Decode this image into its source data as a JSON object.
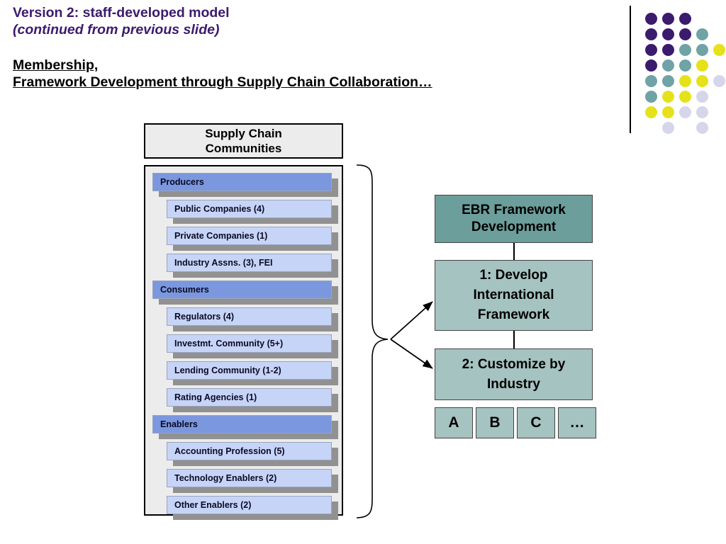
{
  "slide": {
    "title_line1": "Version 2: staff-developed model",
    "title_line2": "(continued from previous slide)",
    "subtitle_line1": "Membership,",
    "subtitle_line2": "Framework Development through Supply Chain Collaboration…",
    "title_color": "#3C1A6E",
    "subtitle_color": "#000000"
  },
  "decor": {
    "name": "dot-grid",
    "colors": {
      "purple": "#3B1B6E",
      "teal": "#6FA3A6",
      "yellow": "#E5E21C",
      "lavender": "#D6D6EA"
    },
    "dots": [
      {
        "col": 0,
        "row": 0,
        "color": "#3B1B6E"
      },
      {
        "col": 1,
        "row": 0,
        "color": "#3B1B6E"
      },
      {
        "col": 2,
        "row": 0,
        "color": "#3B1B6E"
      },
      {
        "col": 0,
        "row": 1,
        "color": "#3B1B6E"
      },
      {
        "col": 1,
        "row": 1,
        "color": "#3B1B6E"
      },
      {
        "col": 2,
        "row": 1,
        "color": "#3B1B6E"
      },
      {
        "col": 3,
        "row": 1,
        "color": "#6FA3A6"
      },
      {
        "col": 0,
        "row": 2,
        "color": "#3B1B6E"
      },
      {
        "col": 1,
        "row": 2,
        "color": "#3B1B6E"
      },
      {
        "col": 2,
        "row": 2,
        "color": "#6FA3A6"
      },
      {
        "col": 3,
        "row": 2,
        "color": "#6FA3A6"
      },
      {
        "col": 4,
        "row": 2,
        "color": "#E5E21C"
      },
      {
        "col": 0,
        "row": 3,
        "color": "#3B1B6E"
      },
      {
        "col": 1,
        "row": 3,
        "color": "#6FA3A6"
      },
      {
        "col": 2,
        "row": 3,
        "color": "#6FA3A6"
      },
      {
        "col": 3,
        "row": 3,
        "color": "#E5E21C"
      },
      {
        "col": 0,
        "row": 4,
        "color": "#6FA3A6"
      },
      {
        "col": 1,
        "row": 4,
        "color": "#6FA3A6"
      },
      {
        "col": 2,
        "row": 4,
        "color": "#E5E21C"
      },
      {
        "col": 3,
        "row": 4,
        "color": "#E5E21C"
      },
      {
        "col": 4,
        "row": 4,
        "color": "#D6D6EA"
      },
      {
        "col": 0,
        "row": 5,
        "color": "#6FA3A6"
      },
      {
        "col": 1,
        "row": 5,
        "color": "#E5E21C"
      },
      {
        "col": 2,
        "row": 5,
        "color": "#E5E21C"
      },
      {
        "col": 3,
        "row": 5,
        "color": "#D6D6EA"
      },
      {
        "col": 0,
        "row": 6,
        "color": "#E5E21C"
      },
      {
        "col": 1,
        "row": 6,
        "color": "#E5E21C"
      },
      {
        "col": 2,
        "row": 6,
        "color": "#D6D6EA"
      },
      {
        "col": 3,
        "row": 6,
        "color": "#D6D6EA"
      },
      {
        "col": 1,
        "row": 7,
        "color": "#D6D6EA"
      },
      {
        "col": 3,
        "row": 7,
        "color": "#D6D6EA"
      }
    ]
  },
  "communities": {
    "header": "Supply Chain\nCommunities",
    "category_color": "#7B97DE",
    "item_color": "#C6D4F7",
    "rows": [
      {
        "label": "Producers",
        "type": "category"
      },
      {
        "label": "Public Companies (4)",
        "type": "item"
      },
      {
        "label": "Private Companies (1)",
        "type": "item"
      },
      {
        "label": "Industry Assns. (3), FEI",
        "type": "item"
      },
      {
        "label": "Consumers",
        "type": "category"
      },
      {
        "label": "Regulators (4)",
        "type": "item"
      },
      {
        "label": "Investmt. Community (5+)",
        "type": "item"
      },
      {
        "label": "Lending Community (1-2)",
        "type": "item"
      },
      {
        "label": "Rating Agencies (1)",
        "type": "item"
      },
      {
        "label": "Enablers",
        "type": "category"
      },
      {
        "label": "Accounting Profession (5)",
        "type": "item"
      },
      {
        "label": "Technology Enablers (2)",
        "type": "item"
      },
      {
        "label": "Other Enablers (2)",
        "type": "item"
      }
    ]
  },
  "framework": {
    "root": "EBR Framework\nDevelopment",
    "root_color": "#6C9E9B",
    "step_color": "#A5C3C0",
    "steps": [
      {
        "label": "1: Develop\nInternational\nFramework"
      },
      {
        "label": "2: Customize by\nIndustry"
      }
    ],
    "industries": [
      "A",
      "B",
      "C",
      "…"
    ]
  }
}
